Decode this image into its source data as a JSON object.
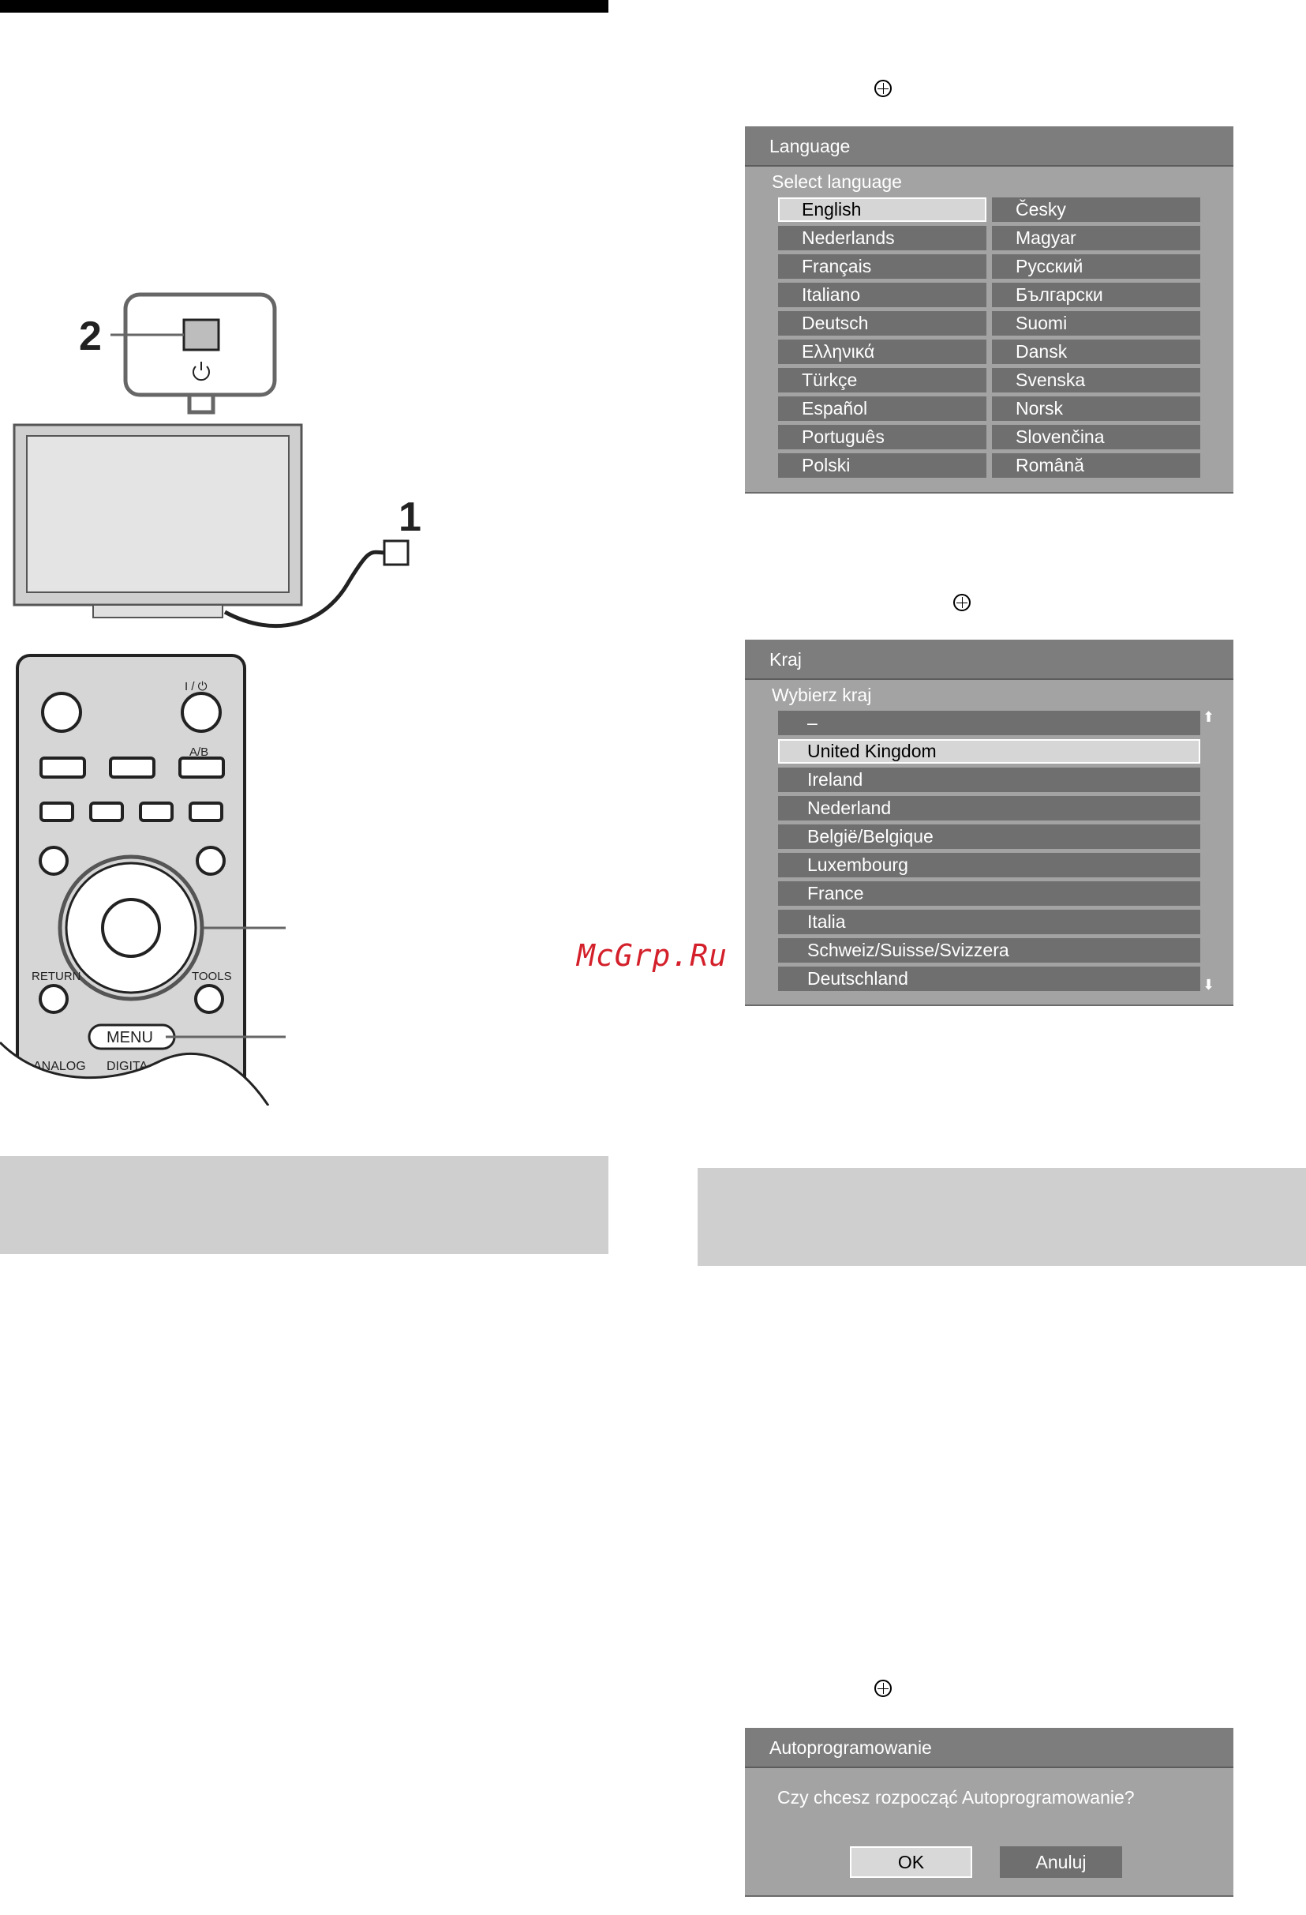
{
  "figure": {
    "step_label_2": "2",
    "step_label_1": "1",
    "remote": {
      "power_label": "I / ⏻",
      "ab_label": "A/B",
      "return_label": "RETURN",
      "tools_label": "TOOLS",
      "menu_label": "MENU",
      "analog_label": "ANALOG",
      "digital_label": "DIGITA"
    }
  },
  "language_panel": {
    "title": "Language",
    "subtitle": "Select language",
    "left": [
      "English",
      "Nederlands",
      "Français",
      "Italiano",
      "Deutsch",
      "Ελληνικά",
      "Türkçe",
      "Español",
      "Português",
      "Polski"
    ],
    "right": [
      "Česky",
      "Magyar",
      "Русский",
      "Български",
      "Suomi",
      "Dansk",
      "Svenska",
      "Norsk",
      "Slovenčina",
      "Română"
    ],
    "selected": "English"
  },
  "country_panel": {
    "title": "Kraj",
    "subtitle": "Wybierz kraj",
    "items": [
      "–",
      "United Kingdom",
      "Ireland",
      "Nederland",
      "België/Belgique",
      "Luxembourg",
      "France",
      "Italia",
      "Schweiz/Suisse/Svizzera",
      "Deutschland"
    ],
    "selected": "United Kingdom"
  },
  "autoprog_panel": {
    "title": "Autoprogramowanie",
    "question": "Czy chcesz rozpocząć Autoprogramowanie?",
    "ok_label": "OK",
    "cancel_label": "Anuluj"
  },
  "watermark": "McGrp.Ru",
  "icons": {
    "joystick": "joystick-icon",
    "scroll_up": "arrow-up-icon",
    "scroll_down": "arrow-down-icon"
  },
  "colors": {
    "panel_bg": "#a3a3a3",
    "panel_header": "#7d7d7d",
    "cell": "#6f6f6f",
    "selected": "#d6d6d6",
    "gray_box": "#cfcfcf",
    "watermark": "#d4202a"
  }
}
